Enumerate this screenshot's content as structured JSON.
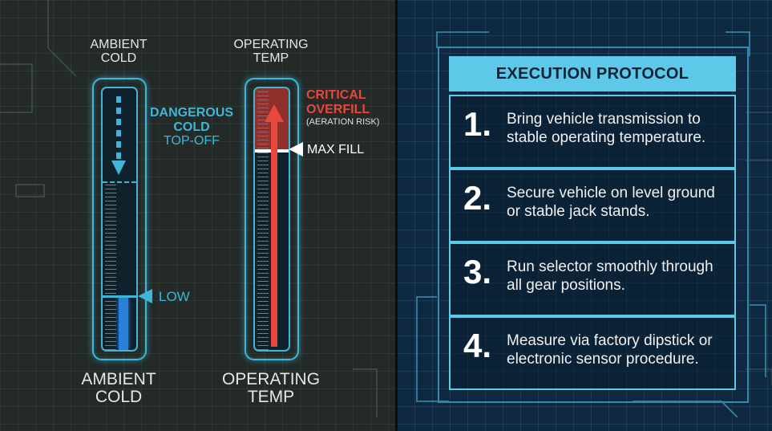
{
  "left_gauge": {
    "top_label": [
      "AMBIENT",
      "COLD"
    ],
    "bottom_label": [
      "AMBIENT",
      "COLD"
    ],
    "annotation": {
      "line1": "DANGEROUS",
      "line2": "COLD",
      "line3": "TOP-OFF"
    },
    "low_label": "LOW",
    "fill_fraction": 0.2
  },
  "right_gauge": {
    "top_label": [
      "OPERATING",
      "TEMP"
    ],
    "bottom_label": [
      "OPERATING",
      "TEMP"
    ],
    "critical": {
      "line1": "CRITICAL",
      "line2": "OVERFILL",
      "line3": "(AERATION RISK)"
    },
    "max_label": "MAX FILL"
  },
  "protocol": {
    "title": "EXECUTION PROTOCOL",
    "steps": [
      {
        "num": "1.",
        "line1": "Bring vehicle transmission to",
        "line2": "stable operating temperature."
      },
      {
        "num": "2.",
        "line1": "Secure vehicle on level ground",
        "line2": "or stable jack stands."
      },
      {
        "num": "3.",
        "line1": "Run selector smoothly through",
        "line2": "all gear positions."
      },
      {
        "num": "4.",
        "line1": "Measure via factory dipstick or",
        "line2": "electronic sensor procedure."
      }
    ]
  },
  "colors": {
    "cyan": "#3fb6d8",
    "red": "#e8473c",
    "blue_fill": "#2a7fd8",
    "header_cyan": "#5ec8e8"
  }
}
